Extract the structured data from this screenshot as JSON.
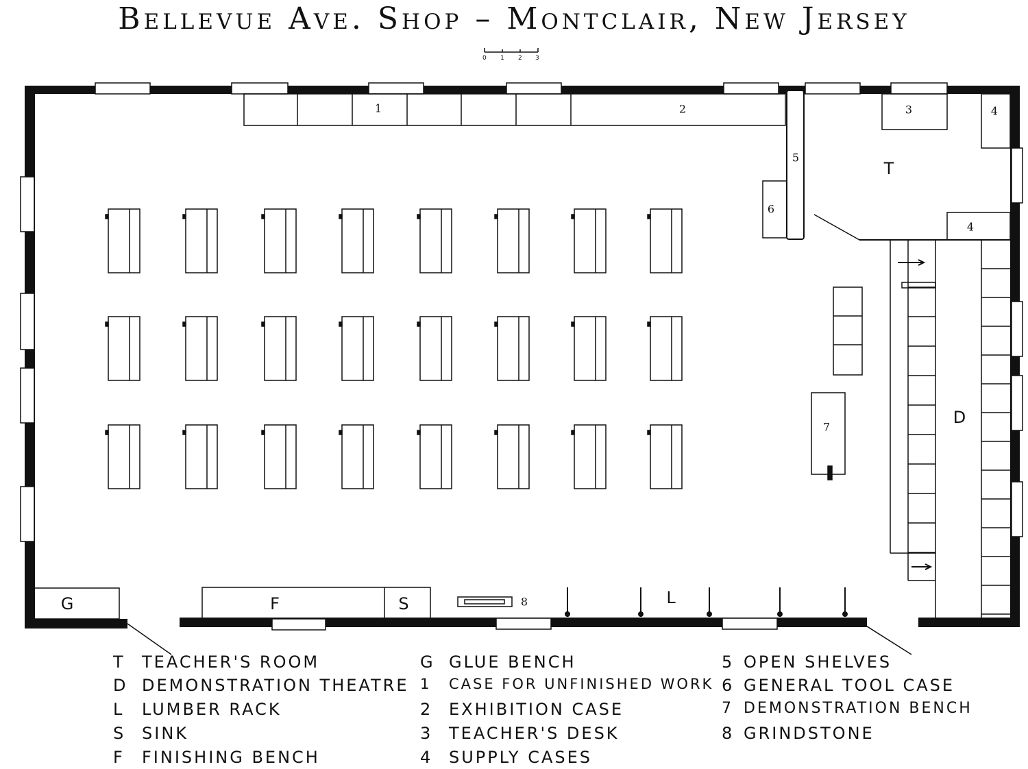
{
  "title": "Bellevue Ave. Shop – Montclair, New Jersey",
  "scale": {
    "labels": [
      "0",
      "1",
      "2",
      "3"
    ]
  },
  "plan_labels": {
    "case_1": "1",
    "case_2": "2",
    "desk_3": "3",
    "supply_4a": "4",
    "supply_4b": "4",
    "shelves_5": "5",
    "tool_case_6": "6",
    "bench_7": "7",
    "grindstone_8": "8",
    "teachers_room": "T",
    "theatre": "D",
    "lumber": "L",
    "glue": "G",
    "finishing": "F",
    "sink": "S"
  },
  "legend": {
    "col1": [
      {
        "key": "T",
        "text": "Teacher's Room"
      },
      {
        "key": "D",
        "text": "Demonstration Theatre"
      },
      {
        "key": "L",
        "text": "Lumber Rack"
      },
      {
        "key": "S",
        "text": "Sink"
      },
      {
        "key": "F",
        "text": "Finishing Bench"
      }
    ],
    "col2": [
      {
        "key": "G",
        "text": "Glue Bench"
      },
      {
        "key": "1",
        "text": "Case for Unfinished Work"
      },
      {
        "key": "2",
        "text": "Exhibition Case"
      },
      {
        "key": "3",
        "text": "Teacher's Desk"
      },
      {
        "key": "4",
        "text": "Supply Cases"
      }
    ],
    "col3": [
      {
        "key": "5",
        "text": "Open Shelves"
      },
      {
        "key": "6",
        "text": "General Tool Case"
      },
      {
        "key": "7",
        "text": "Demonstration Bench"
      },
      {
        "key": "8",
        "text": "Grindstone"
      }
    ]
  }
}
